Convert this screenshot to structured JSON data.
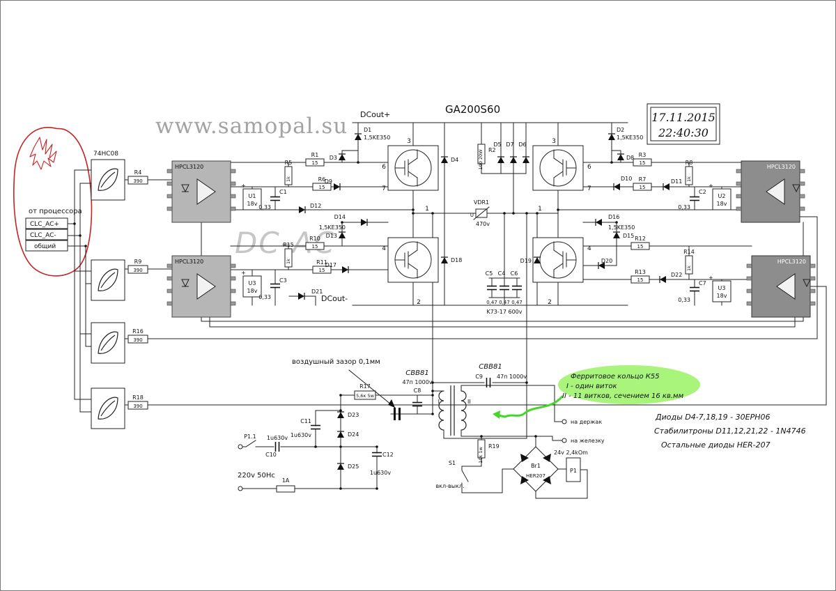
{
  "page": {
    "watermark": "www.samopal.su",
    "watermark2": "DC-AC",
    "title": "GA200S60",
    "date": "17.11.2015",
    "time": "22:40:30"
  },
  "inputs": {
    "ic": "74HC08",
    "from_processor": "от процессора",
    "sig1": "CLC_AC+",
    "sig2": "CLC_AC-",
    "sig3": "общий"
  },
  "opto": "HPCL3120",
  "pins": {
    "p1": "1",
    "p2": "2",
    "p3": "3",
    "p4": "4",
    "p6": "6",
    "p7": "7"
  },
  "rails": {
    "plus": "DCout+",
    "minus": "DCout-"
  },
  "c": {
    "r1": "R1",
    "r1v": "15",
    "r2": "R2",
    "r2v": "100 20W",
    "r3": "R3",
    "r3v": "15",
    "r4": "R4",
    "r4v": "390",
    "r5": "R5",
    "r5v": "1k",
    "r6": "R6",
    "r6v": "15",
    "r7": "R7",
    "r7v": "15",
    "r8": "R8",
    "r8v": "1k",
    "r9": "R9",
    "r9v": "390",
    "r10": "R10",
    "r10v": "15",
    "r11": "R11",
    "r11v": "15",
    "r12": "R12",
    "r12v": "15",
    "r13": "R13",
    "r13v": "15",
    "r14": "R14",
    "r14v": "1k",
    "r15": "R15",
    "r15v": "1k",
    "r16": "R16",
    "r16v": "390",
    "r17": "R17",
    "r17v": "5,6к 5w",
    "r18": "R18",
    "r18v": "390",
    "r19": "R19",
    "r19v": "10k 1w",
    "d1": "D1",
    "d1v": "1,5KE350",
    "d2": "D2",
    "d2v": "1,5KE350",
    "d3": "D3",
    "d4": "D4",
    "d5": "D5",
    "d6": "D6",
    "d7": "D7",
    "d8": "D8",
    "d9": "D9",
    "d10": "D10",
    "d11": "D11",
    "d12": "D12",
    "d13": "D13",
    "d14": "D14",
    "d14v": "1,5KE350",
    "d15": "D15",
    "d16": "D16",
    "d16v": "1,5KE350",
    "d17": "D17",
    "d18": "D18",
    "d19": "D19",
    "d20": "D20",
    "d21": "D21",
    "d22": "D22",
    "d23": "D23",
    "d24": "D24",
    "d25": "D25",
    "u1": "U1",
    "u1v": "18v",
    "u2": "U2",
    "u2v": "18v",
    "u3": "U3",
    "u3v": "18v",
    "u3b": "U3",
    "u3bv": "18v",
    "c1": "C1",
    "c1v": "0,33",
    "c2": "C2",
    "c2v": "0,33",
    "c3": "C3",
    "c3v": "0,33",
    "c4": "C4",
    "c5": "C5",
    "c6": "C6",
    "c456v": "0,47",
    "c456t": "K73-17 600v",
    "c7": "C7",
    "c7v": "0,33",
    "c8": "C8",
    "c8v": "47п 1000v",
    "c8t": "CBB81",
    "c9": "C9",
    "c9v": "47п 1000v",
    "c9t": "CBB81",
    "c10": "C10",
    "c10v": "1u630v",
    "c11": "C11",
    "c11v": "1u630v",
    "c12": "C12",
    "c12v": "1u630v",
    "vdr": "VDR1",
    "vdru": "U",
    "vdrv": "470v",
    "s1": "S1",
    "p11": "P1.1",
    "p1": "P1",
    "p1v": "24v 2,4kOm",
    "br1": "Br1",
    "br1v": "HER207",
    "fuse": "1A"
  },
  "xfmr": {
    "w1": "I",
    "w2": "II",
    "airgap": "воздушный зазор 0,1мм"
  },
  "ferrite": {
    "l1": "Ферритовое кольцо К55",
    "l2": "I - один виток",
    "l3": "II - 11 витков, сечением 16 кв.мм"
  },
  "notes": {
    "l1": "Диоды D4-7,18,19  -  30EPH06",
    "l2": "Стабилитроны D11,12,21,22  -  1N4746",
    "l3": "Остальные диоды HER-207"
  },
  "misc": {
    "mains": "220v 50Hc",
    "onoff": "вкл-выкл.",
    "out1": "на держак",
    "out2": "на железку",
    "plus": "+"
  }
}
